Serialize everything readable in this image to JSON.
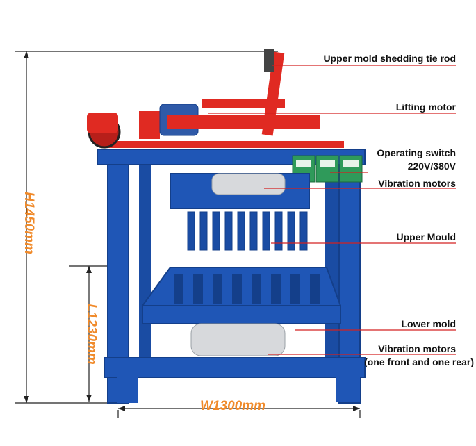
{
  "labels": {
    "upper_tie_rod": "Upper mold shedding tie rod",
    "lifting_motor": "Lifting motor",
    "operating_switch_line1": "Operating switch",
    "operating_switch_line2": "220V/380V",
    "vibration_motors_top": "Vibration motors",
    "upper_mould": "Upper Mould",
    "lower_mold": "Lower mold",
    "vibration_motors_bottom_line1": "Vibration motors",
    "vibration_motors_bottom_line2": "(one front and one rear)"
  },
  "dimensions": {
    "height": "H1450mm",
    "length": "L1230mm",
    "width": "W1300mm"
  },
  "colors": {
    "frame_blue": "#1f56b6",
    "frame_dark": "#143f8a",
    "accent_red": "#e02a22",
    "motor_gray": "#d7d9dc",
    "switch_green": "#2f9a5a",
    "dim_orange": "#f08a2a",
    "leader_red": "#d42020"
  }
}
